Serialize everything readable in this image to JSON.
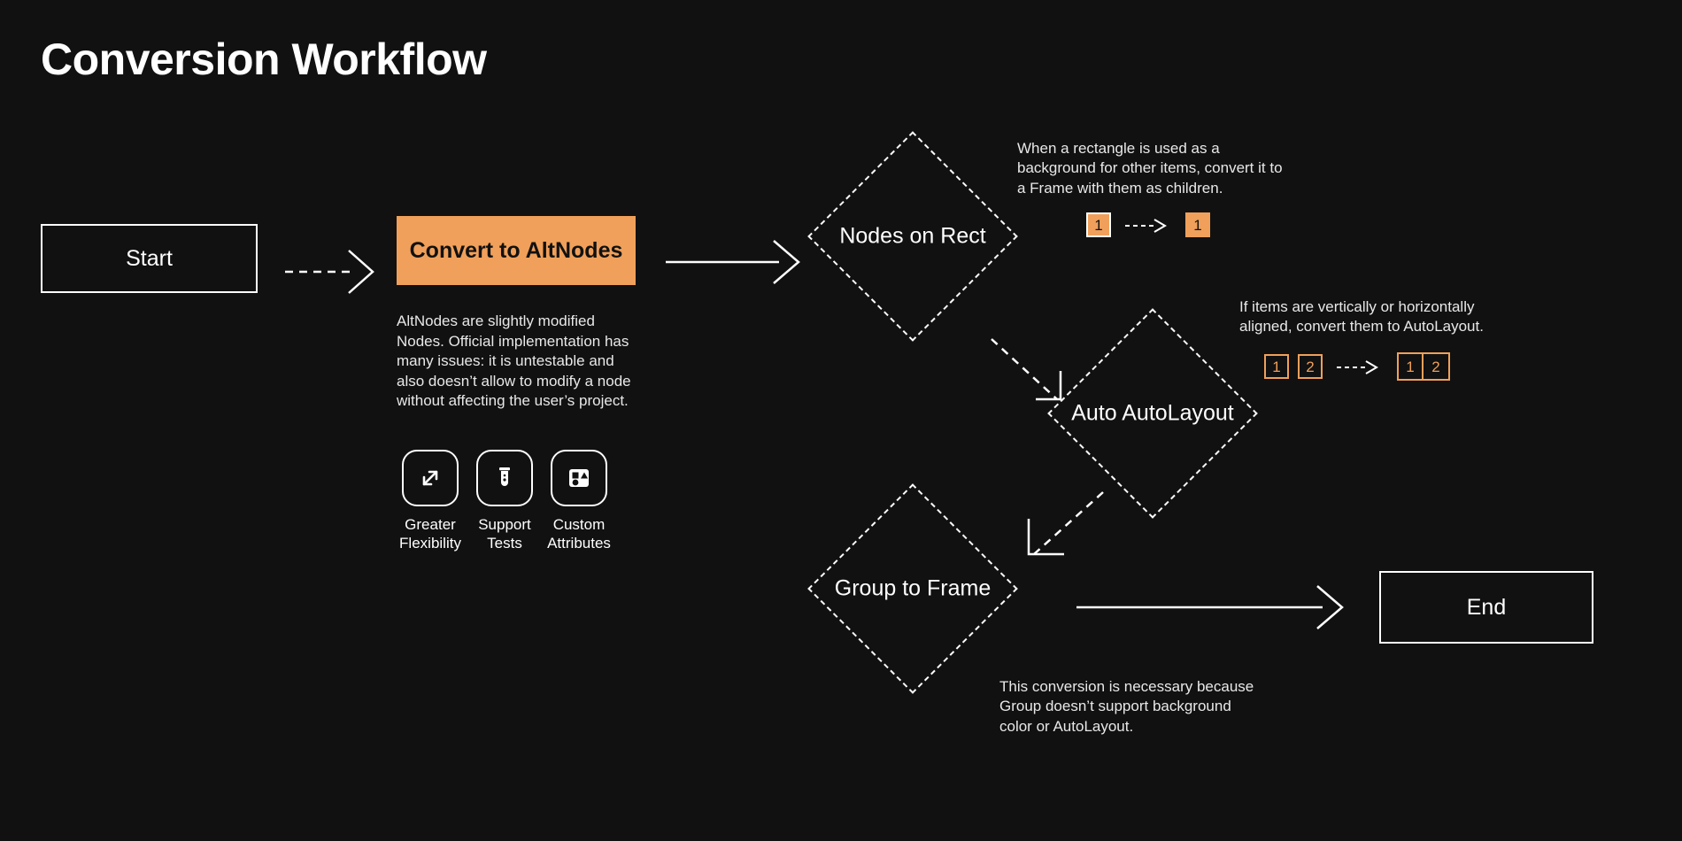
{
  "page": {
    "title": "Conversion Workflow",
    "background_color": "#111111",
    "accent_color": "#f0a05a",
    "text_color": "#ffffff"
  },
  "nodes": {
    "start": {
      "label": "Start",
      "shape": "rectangle"
    },
    "convert": {
      "label": "Convert to AltNodes",
      "shape": "rectangle-filled"
    },
    "nodes_on_rect": {
      "label": "Nodes on Rect",
      "shape": "diamond"
    },
    "auto_autolayout": {
      "label": "Auto AutoLayout",
      "shape": "diamond"
    },
    "group_to_frame": {
      "label": "Group to Frame",
      "shape": "diamond"
    },
    "end": {
      "label": "End",
      "shape": "rectangle"
    }
  },
  "convert_panel": {
    "description": "AltNodes are slightly modified Nodes. Official implementation has many issues: it is untestable and also doesn’t allow to modify a node without affecting the user’s project.",
    "features": [
      {
        "icon": "expand-arrows-icon",
        "label": "Greater Flexibility"
      },
      {
        "icon": "test-tube-icon",
        "label": "Support Tests"
      },
      {
        "icon": "shapes-icon",
        "label": "Custom Attributes"
      }
    ]
  },
  "annotations": {
    "nodes_on_rect": {
      "text": "When a rectangle is used as a background for other items, convert it to a Frame with them as children.",
      "before": [
        {
          "value": "1",
          "style": "filled-white-border"
        }
      ],
      "after": [
        {
          "value": "1",
          "style": "filled-orange-border"
        }
      ],
      "connector": "dashed-arrow"
    },
    "auto_autolayout": {
      "text": "If items are vertically or horizontally aligned, convert them to AutoLayout.",
      "before": [
        {
          "value": "1",
          "style": "outline"
        },
        {
          "value": "2",
          "style": "outline"
        }
      ],
      "after": [
        {
          "value": "1",
          "style": "outline"
        },
        {
          "value": "2",
          "style": "outline"
        }
      ],
      "after_grouped": true,
      "connector": "dashed-arrow"
    },
    "group_to_frame": {
      "text": "This conversion is necessary because Group doesn’t support background color or AutoLayout."
    }
  },
  "connectors": [
    {
      "from": "start",
      "to": "convert",
      "style": "dashed",
      "direction": "right"
    },
    {
      "from": "convert",
      "to": "nodes_on_rect",
      "style": "solid",
      "direction": "right"
    },
    {
      "from": "nodes_on_rect",
      "to": "auto_autolayout",
      "style": "dashed",
      "direction": "down-right"
    },
    {
      "from": "auto_autolayout",
      "to": "group_to_frame",
      "style": "dashed",
      "direction": "down-left"
    },
    {
      "from": "group_to_frame",
      "to": "end",
      "style": "solid",
      "direction": "right"
    }
  ]
}
